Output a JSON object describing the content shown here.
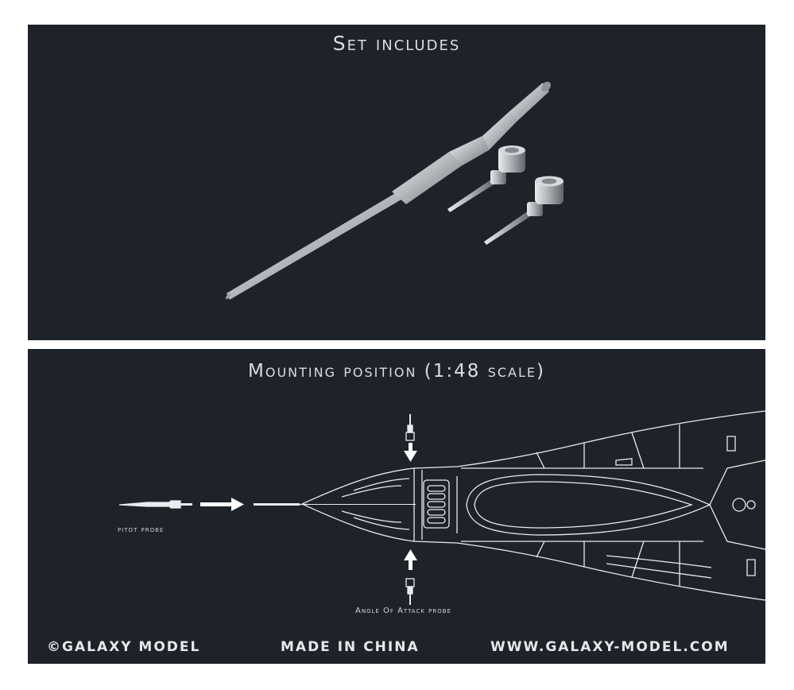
{
  "set_includes": {
    "title": "Set includes"
  },
  "mounting": {
    "title": "Mounting position (1:48 scale)",
    "pitot_label": "pitot probe",
    "aoa_label": "Angle Of Attack probe"
  },
  "footer": {
    "brand": "©GALAXY MODEL",
    "origin": "MADE IN CHINA",
    "website": "WWW.GALAXY-MODEL.COM"
  },
  "colors": {
    "panel": "#1d2329",
    "line": "#e8ecef",
    "metal": "#c8ccd0"
  }
}
